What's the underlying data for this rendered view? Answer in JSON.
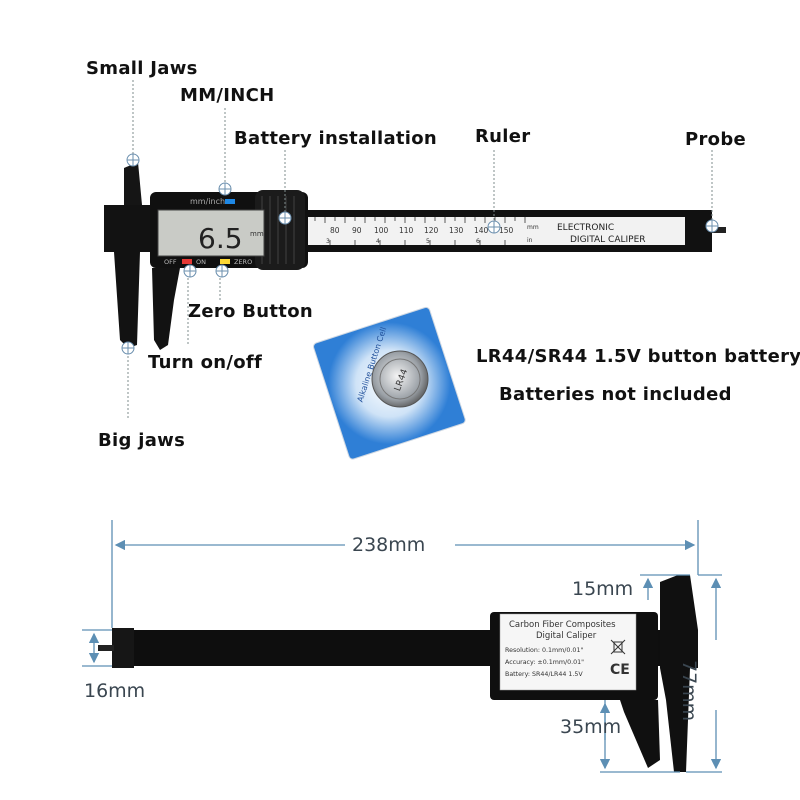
{
  "callouts": {
    "small_jaws": "Small Jaws",
    "mm_inch": "MM/INCH",
    "battery_installation": "Battery installation",
    "ruler": "Ruler",
    "probe": "Probe",
    "zero_button": "Zero Button",
    "turn_on_off": "Turn on/off",
    "big_jaws": "Big jaws",
    "battery_type": "LR44/SR44 1.5V button battery",
    "batteries_note": "Batteries not included"
  },
  "caliper_top": {
    "display_value": "6.5",
    "display_unit": "mm",
    "mode_label": "mm/inch",
    "off_label": "OFF",
    "on_label": "ON",
    "zero_label": "ZERO",
    "scale_unit_mm": "mm",
    "scale_unit_in": "in",
    "scale_numbers": [
      "80",
      "90",
      "100",
      "110",
      "120",
      "130",
      "140",
      "150"
    ],
    "inch_numbers": [
      "3",
      "4",
      "5",
      "6"
    ],
    "brand_line1": "ELECTRONIC",
    "brand_line2": "DIGITAL CALIPER"
  },
  "battery_coin": {
    "text": "Alkaline Button Cell",
    "model": "LR44"
  },
  "caliper_bottom": {
    "label_line1": "Carbon Fiber Composites",
    "label_line2": "Digital Caliper",
    "resolution": "Resolution: 0.1mm/0.01\"",
    "accuracy": "Accuracy: ±0.1mm/0.01\"",
    "battery": "Battery: SR44/LR44 1.5V",
    "ce_mark": "CE"
  },
  "dimensions": {
    "length": "238mm",
    "beam_width": "16mm",
    "small_jaw": "15mm",
    "big_jaw": "35mm",
    "height": "77mm"
  },
  "colors": {
    "caliper_body": "#0e0e0e",
    "lcd_screen": "#c9cbc6",
    "dimension_line": "#5d8fb4",
    "callout_line": "#7f8c8d",
    "battery_blue": "#2f7fd6"
  }
}
